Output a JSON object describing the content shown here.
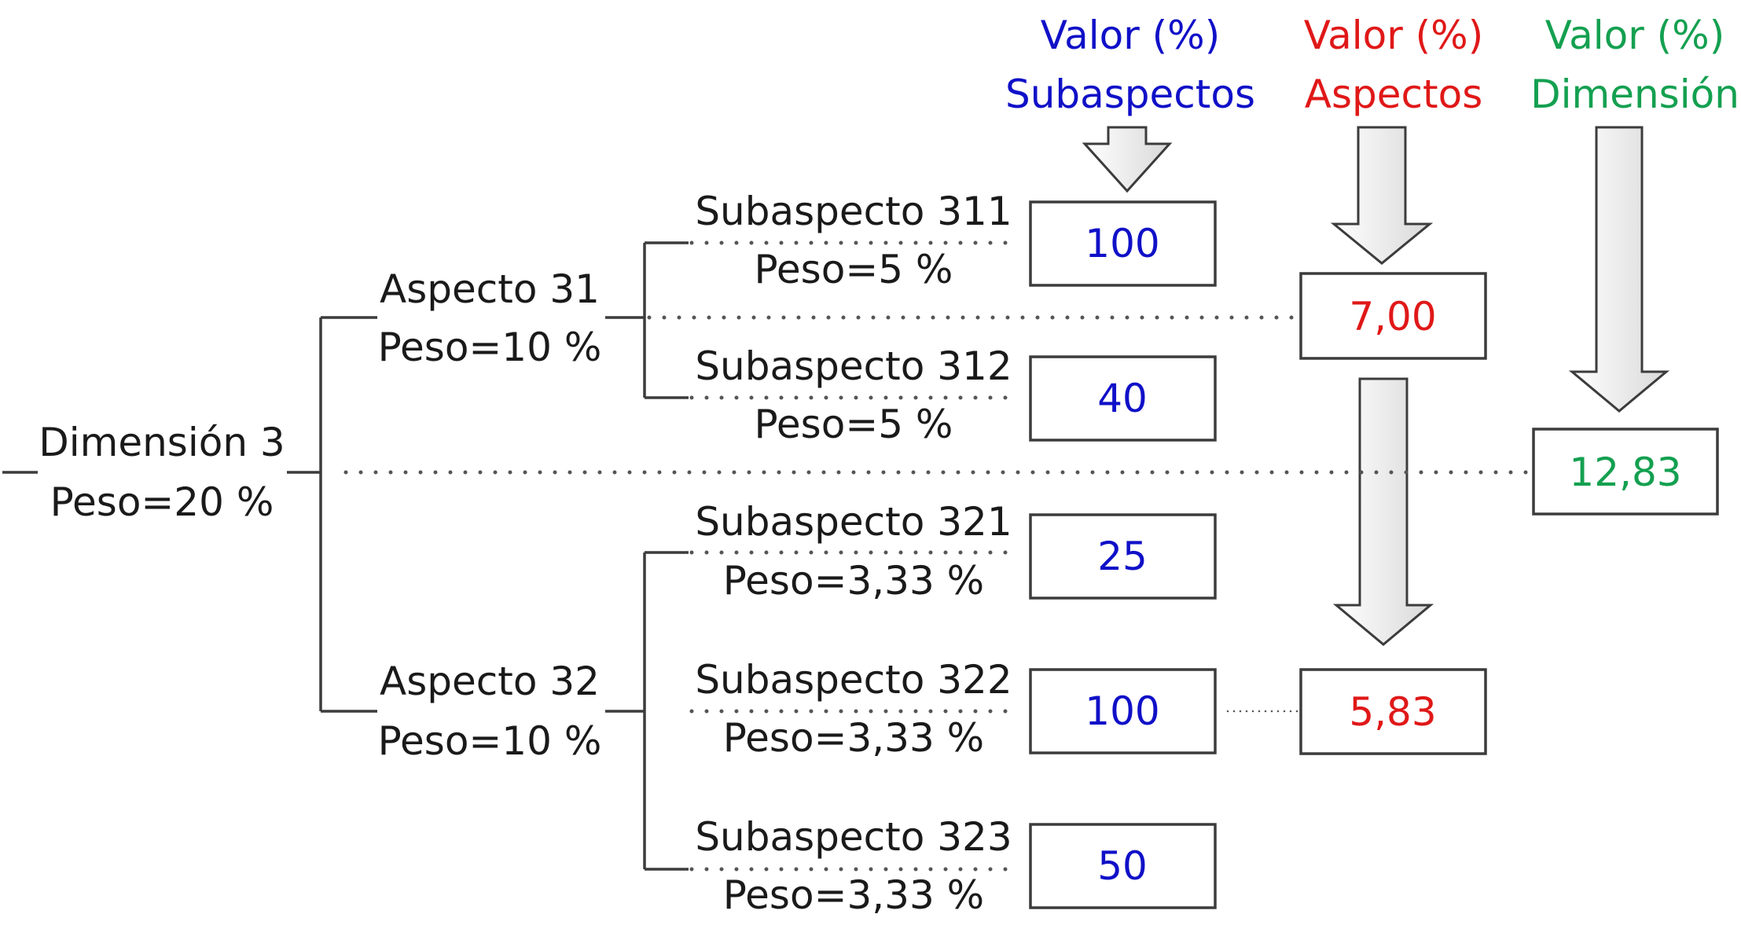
{
  "headers": {
    "subaspectos": {
      "line1": "Valor (%)",
      "line2": "Subaspectos",
      "color": "#1010c8"
    },
    "aspectos": {
      "line1": "Valor (%)",
      "line2": "Aspectos",
      "color": "#e01818"
    },
    "dimension": {
      "line1": "Valor (%)",
      "line2": "Dimensión",
      "color": "#14a050"
    }
  },
  "dimension": {
    "name": "Dimensión 3",
    "peso": "Peso=20 %",
    "valor": "12,83"
  },
  "aspectos": [
    {
      "name": "Aspecto 31",
      "peso": "Peso=10 %",
      "valor": "7,00"
    },
    {
      "name": "Aspecto 32",
      "peso": "Peso=10 %",
      "valor": "5,83"
    }
  ],
  "subaspectos": [
    {
      "name": "Subaspecto 311",
      "peso": "Peso=5 %",
      "valor": "100"
    },
    {
      "name": "Subaspecto 312",
      "peso": "Peso=5 %",
      "valor": "40"
    },
    {
      "name": "Subaspecto 321",
      "peso": "Peso=3,33 %",
      "valor": "25"
    },
    {
      "name": "Subaspecto 322",
      "peso": "Peso=3,33 %",
      "valor": "100"
    },
    {
      "name": "Subaspecto 323",
      "peso": "Peso=3,33 %",
      "valor": "50"
    }
  ]
}
